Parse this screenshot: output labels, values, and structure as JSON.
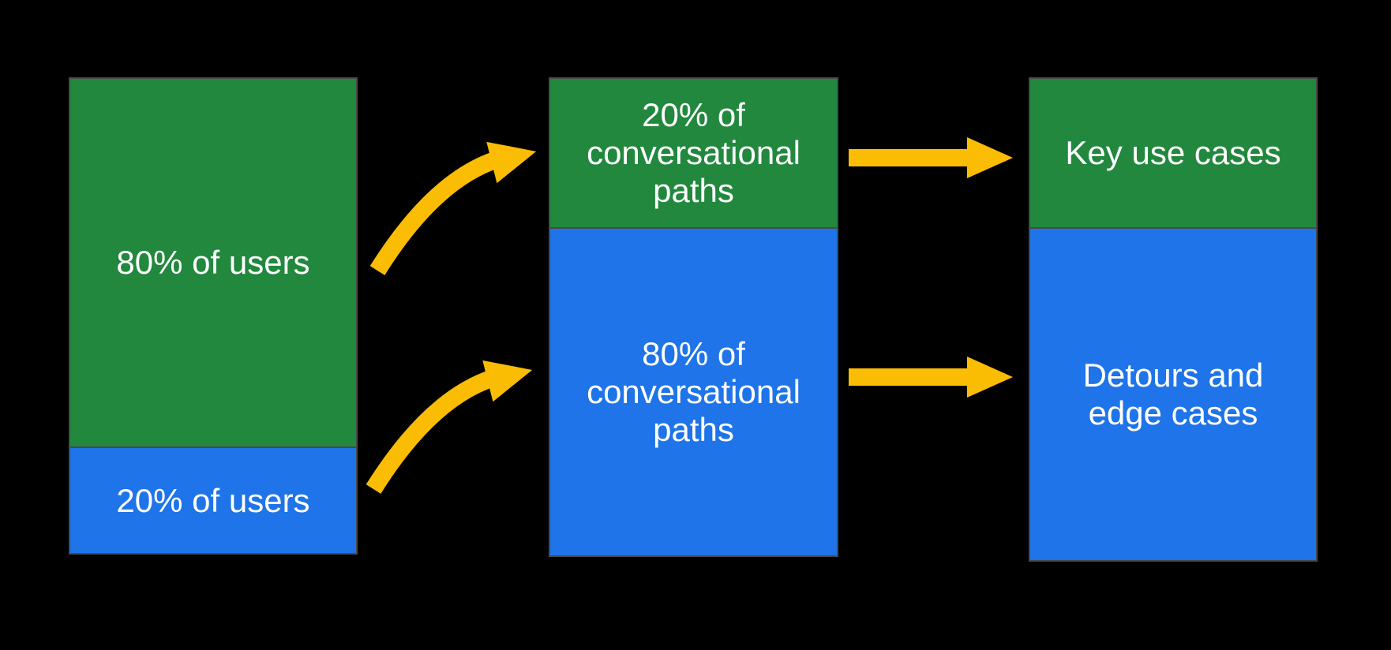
{
  "colors": {
    "background": "#000000",
    "green": "#21883D",
    "blue": "#1E74E8",
    "arrow": "#FBBC04",
    "border": "#4A4A4A",
    "text": "#FFFFFF"
  },
  "columns": [
    {
      "id": "users",
      "segments": [
        {
          "label": "80% of users",
          "color": "green",
          "share": "80%"
        },
        {
          "label": "20% of users",
          "color": "blue",
          "share": "20%"
        }
      ]
    },
    {
      "id": "conversational-paths",
      "segments": [
        {
          "label": "20% of conversational paths",
          "color": "green",
          "share": "20%"
        },
        {
          "label": "80% of conversational paths",
          "color": "blue",
          "share": "80%"
        }
      ]
    },
    {
      "id": "use-cases",
      "segments": [
        {
          "label": "Key use cases",
          "color": "green"
        },
        {
          "label": "Detours and edge cases",
          "color": "blue"
        }
      ]
    }
  ],
  "arrows": [
    {
      "style": "curved",
      "from": "80% of users",
      "to": "20% of conversational paths"
    },
    {
      "style": "curved",
      "from": "20% of users",
      "to": "80% of conversational paths"
    },
    {
      "style": "straight",
      "from": "20% of conversational paths",
      "to": "Key use cases"
    },
    {
      "style": "straight",
      "from": "80% of conversational paths",
      "to": "Detours and edge cases"
    }
  ]
}
